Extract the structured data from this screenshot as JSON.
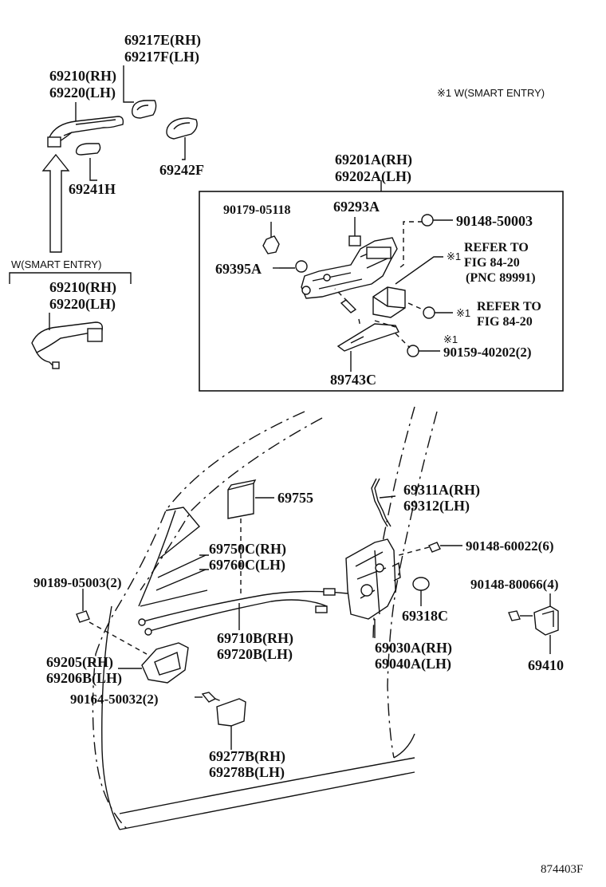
{
  "labels": {
    "p69217e": "69217E(RH)",
    "p69217f": "69217F(LH)",
    "p69210a": "69210(RH)",
    "p69220a": "69220(LH)",
    "note1": "※1 W(SMART ENTRY)",
    "p69242f": "69242F",
    "p69241h": "69241H",
    "wsmart": "W(SMART ENTRY)",
    "p69210b": "69210(RH)",
    "p69220b": "69220(LH)",
    "p69201a": "69201A(RH)",
    "p69202a": "69202A(LH)",
    "b9017905118": "90179-05118",
    "p69293a": "69293A",
    "b9014850003": "90148-50003",
    "p69395a": "69395A",
    "refer1a": "REFER TO",
    "refer1b": "FIG 84-20",
    "refer1c": "(PNC 89991)",
    "mark1": "※1",
    "refer2a": "REFER TO",
    "refer2b": "FIG 84-20",
    "mark2": "※1",
    "mark3": "※1",
    "b9015940202": "90159-40202(2)",
    "p89743c": "89743C",
    "p69755": "69755",
    "p69311a": "69311A(RH)",
    "p69312": "69312(LH)",
    "p69750c": "69750C(RH)",
    "p69760c": "69760C(LH)",
    "b9014860022": "90148-60022(6)",
    "b9018905003": "90189-05003(2)",
    "b9014880066": "90148-80066(4)",
    "p69318c": "69318C",
    "p69710b": "69710B(RH)",
    "p69720b": "69720B(LH)",
    "p69030a": "69030A(RH)",
    "p69040a": "69040A(LH)",
    "p69410": "69410",
    "p69205": "69205(RH)",
    "p69206b": "69206B(LH)",
    "b9016450032": "90164-50032(2)",
    "p69277b": "69277B(RH)",
    "p69278b": "69278B(LH)",
    "figno": "874403F"
  }
}
